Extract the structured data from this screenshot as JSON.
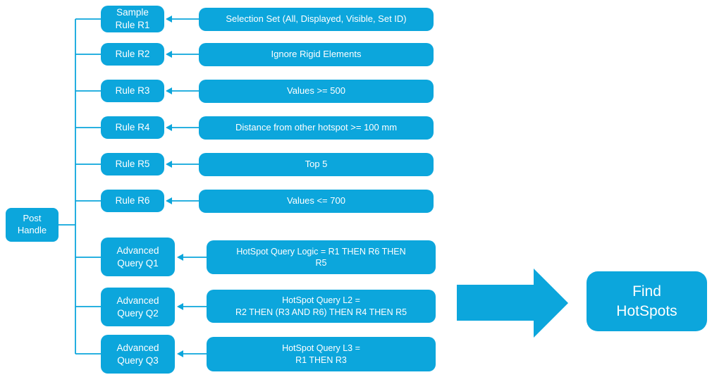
{
  "colors": {
    "accent": "#0ca6dc",
    "text": "#ffffff",
    "background": "#ffffff"
  },
  "root": {
    "label": "Post\nHandle"
  },
  "rows": [
    {
      "label": "Sample\nRule R1",
      "desc": "Selection Set (All, Displayed, Visible, Set ID)"
    },
    {
      "label": "Rule R2",
      "desc": "Ignore Rigid Elements"
    },
    {
      "label": "Rule R3",
      "desc": "Values >= 500"
    },
    {
      "label": "Rule R4",
      "desc": "Distance from other hotspot >= 100 mm"
    },
    {
      "label": "Rule R5",
      "desc": "Top 5"
    },
    {
      "label": "Rule R6",
      "desc": "Values <= 700"
    },
    {
      "label": "Advanced\nQuery Q1",
      "desc": "HotSpot Query Logic = R1 THEN R6 THEN\nR5"
    },
    {
      "label": "Advanced\nQuery Q2",
      "desc": "HotSpot Query L2 =\nR2 THEN (R3 AND R6) THEN R4 THEN R5"
    },
    {
      "label": "Advanced\nQuery Q3",
      "desc": "HotSpot Query L3 =\nR1 THEN R3"
    }
  ],
  "result": {
    "label": "Find\nHotSpots"
  }
}
